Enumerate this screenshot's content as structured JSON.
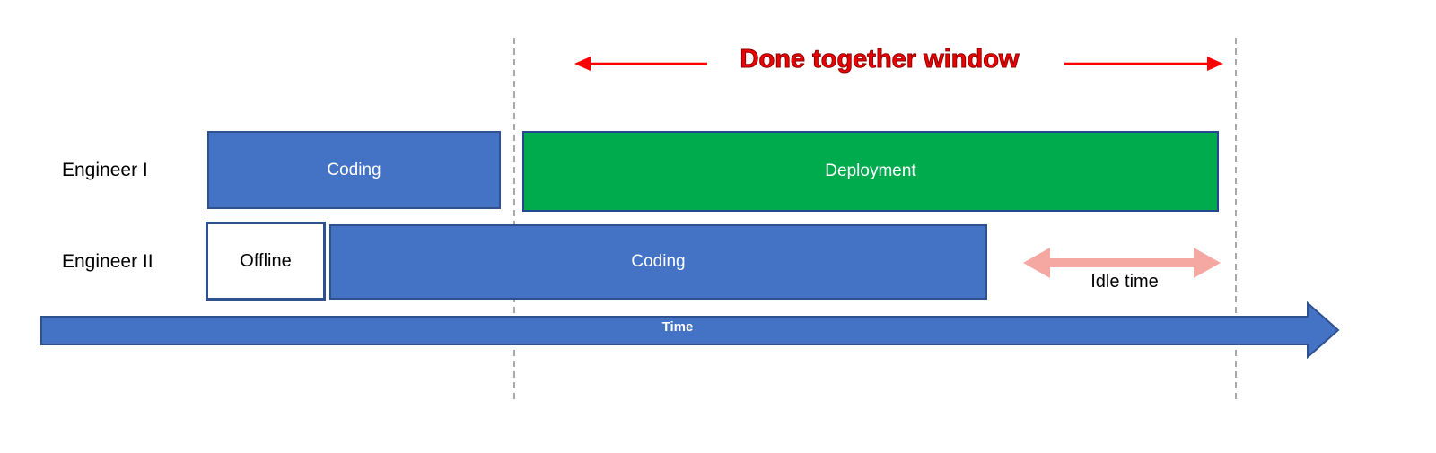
{
  "title": {
    "text": "Done together window"
  },
  "rows": [
    {
      "label": "Engineer I",
      "bars": [
        {
          "text": "Coding"
        },
        {
          "text": "Deployment"
        }
      ]
    },
    {
      "label": "Engineer II",
      "bars": [
        {
          "text": "Offline"
        },
        {
          "text": "Coding"
        }
      ]
    }
  ],
  "idle": {
    "label": "Idle time"
  },
  "time_axis": {
    "label": "Time"
  },
  "colors": {
    "bar_blue": "#4472C4",
    "bar_blue_border": "#2F528F",
    "bar_green": "#00AB4E",
    "bar_green_border": "#24478F",
    "title_red": "#EE0000",
    "arrow_red": "#FF0000",
    "idle_pink": "#F5A8A1",
    "dashed_gray": "#A8A8A8"
  }
}
